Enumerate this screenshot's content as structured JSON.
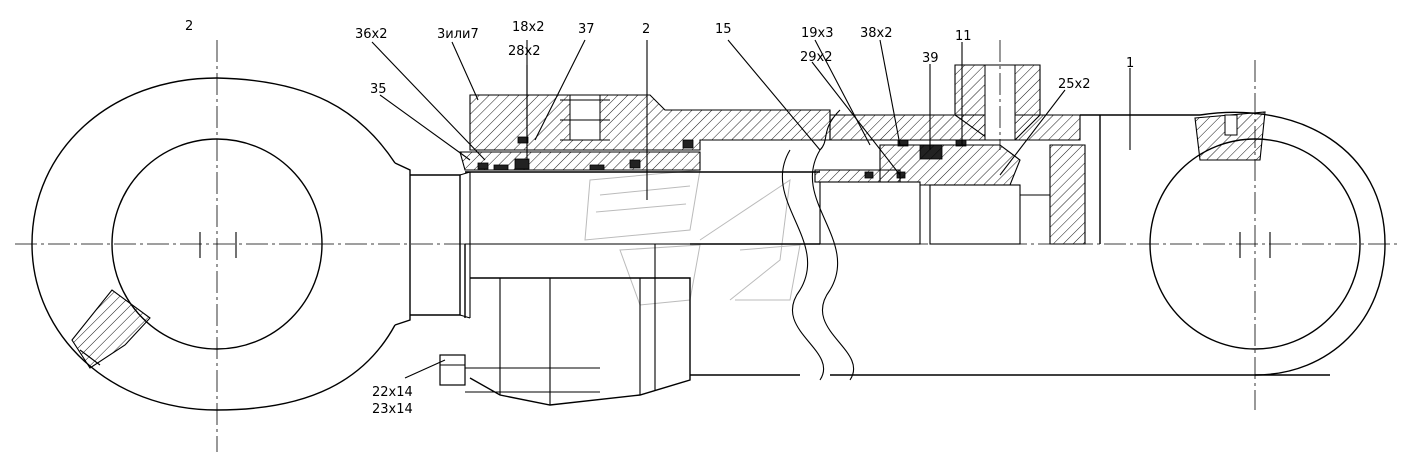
{
  "labels": {
    "eye_left": "2",
    "seal_36": "36x2",
    "part_3_7": "3или7",
    "seal_18": "18x2",
    "seal_28": "28x2",
    "seal_37": "37",
    "rod_2": "2",
    "nut_15": "15",
    "seal_19": "19x3",
    "seal_29": "29x2",
    "seal_38": "38x2",
    "part_11": "11",
    "part_39": "39",
    "part_25": "25x2",
    "barrel_1": "1",
    "seal_35": "35",
    "bolt_22": "22x14",
    "bolt_23": "23x14"
  }
}
